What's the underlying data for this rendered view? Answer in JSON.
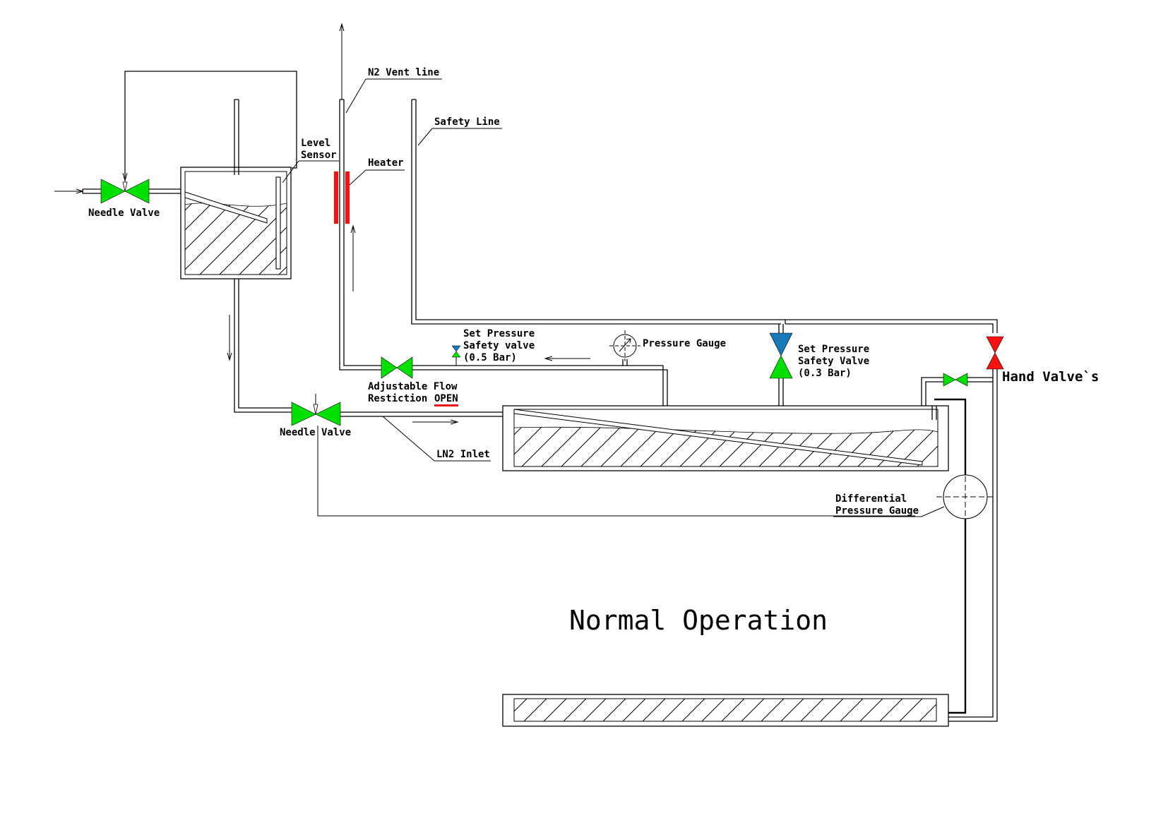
{
  "labels": {
    "needle_valve_left": "Needle Valve",
    "level_sensor_line1": "Level",
    "level_sensor_line2": "Sensor",
    "n2_vent_line": "N2 Vent line",
    "heater": "Heater",
    "safety_line": "Safety Line",
    "set_pressure_small_line1": "Set Pressure",
    "set_pressure_small_line2": "Safety valve",
    "set_pressure_small_line3": "(0.5 Bar)",
    "pressure_gauge": "Pressure Gauge",
    "set_pressure_big_line1": "Set Pressure",
    "set_pressure_big_line2": "Safety Valve",
    "set_pressure_big_line3": "(0.3 Bar)",
    "hand_valves": "Hand Valve`s",
    "adjustable_flow_line1": "Adjustable Flow",
    "adjustable_flow_line2_a": "Restiction",
    "adjustable_flow_line2_b": "OPEN",
    "needle_valve_bottom": "Needle Valve",
    "ln2_inlet": "LN2 Inlet",
    "differential_line1": "Differential",
    "differential_line2": "Pressure Gauge",
    "title": "Normal Operation"
  },
  "colors": {
    "valve_green": "#00e000",
    "valve_blue": "#1878b8",
    "valve_red": "#ff1010",
    "heater_red": "#ff1010",
    "open_underline": "#ee1111",
    "line": "#000000",
    "background": "#ffffff"
  }
}
